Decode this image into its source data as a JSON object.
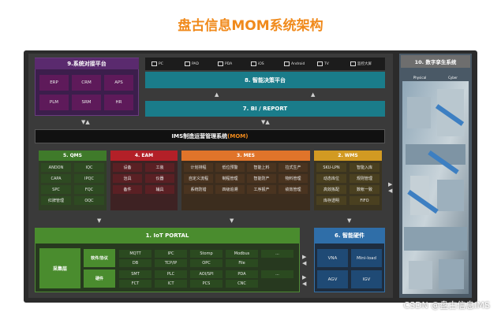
{
  "title": "盘古信息MOM系统架构",
  "sys9": {
    "label": "9.系统对接平台",
    "items": [
      "ERP",
      "CRM",
      "APS",
      "PLM",
      "SRM",
      "HR"
    ]
  },
  "devices": [
    "PC",
    "PAD",
    "PDA",
    "iOS",
    "Android",
    "TV",
    "监控大屏"
  ],
  "decision": "8. 智能决策平台",
  "bi": "7. BI / REPORT",
  "mom": {
    "prefix": "IMS制造运营管理系统",
    "suffix": "(MOM)"
  },
  "qms": {
    "label": "5. QMS",
    "items": [
      "ANDON",
      "IQC",
      "CAPA",
      "IPQC",
      "SPC",
      "FQC",
      "红牌管理",
      "OQC"
    ]
  },
  "eam": {
    "label": "4. EAM",
    "items": [
      "设备",
      "工装",
      "治具",
      "仪器",
      "备件",
      "辅具"
    ]
  },
  "mes": {
    "label": "3. MES",
    "items": [
      "计划排程",
      "低位预警",
      "智能上料",
      "拉式生产",
      "自定义流程",
      "制程管理",
      "智能防产",
      "物料管理",
      "系统防错",
      "四级追溯",
      "工序报产",
      "绩效管理"
    ]
  },
  "wms": {
    "label": "2. WMS",
    "items": [
      "SKU-LPN",
      "智能入库",
      "动态库位",
      "规则管理",
      "高效拣配",
      "数帐一致",
      "库存透明",
      "FIFO"
    ]
  },
  "iot": {
    "label": "1. IoT PORTAL",
    "collect": "采集层",
    "sub": [
      "软件/协议",
      "硬件"
    ],
    "protocols": [
      "MQTT",
      "IPC",
      "Stomp",
      "Modbus",
      "...",
      "DB",
      "TCP/IP",
      "OPC",
      "File"
    ],
    "hardware": [
      "SMT",
      "PLC",
      "AOI/SPI",
      "PDA",
      "...",
      "FCT",
      "ICT",
      "PCS",
      "CNC"
    ]
  },
  "hw6": {
    "label": "6. 智能硬件",
    "items": [
      "VNA",
      "Mini-load",
      "AGV",
      "IGV"
    ]
  },
  "twin": {
    "label": "10. 数字孪生系统",
    "tabs": [
      "Physical",
      "Cyber"
    ]
  },
  "watermark": "CSDN @盘古信息IMS"
}
